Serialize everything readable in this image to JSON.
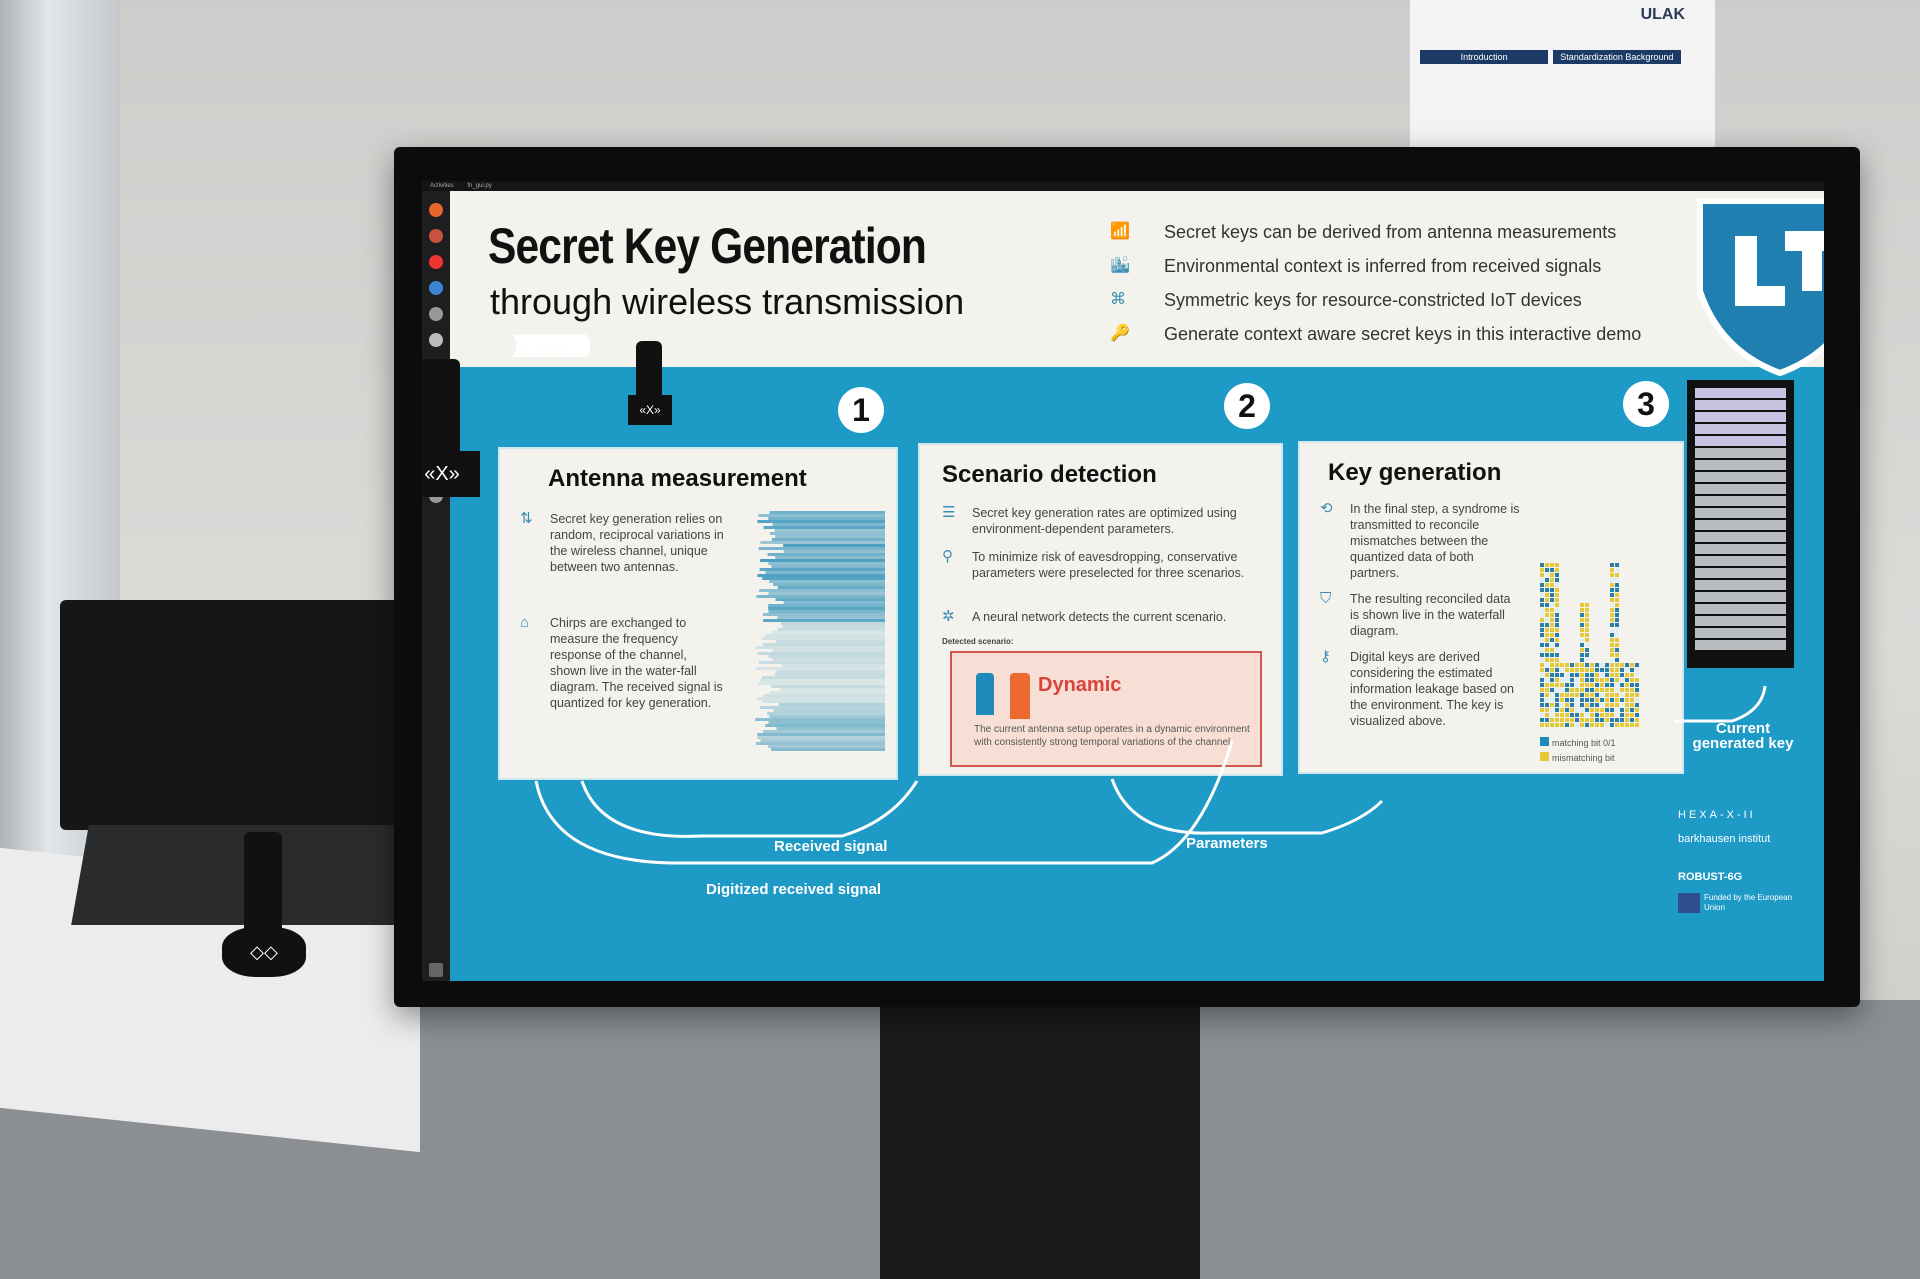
{
  "header": {
    "title": "Secret Key Generation",
    "subtitle": "through wireless transmission",
    "bullets": [
      {
        "icon": "antenna-icon",
        "text": "Secret keys can be derived from antenna measurements"
      },
      {
        "icon": "environment-icon",
        "text": "Environmental context is inferred from received signals"
      },
      {
        "icon": "iot-devices-icon",
        "text": "Symmetric keys for resource-constricted IoT devices"
      },
      {
        "icon": "key-handshake-icon",
        "text": "Generate context aware secret keys in this interactive demo"
      }
    ]
  },
  "topbar": {
    "activities": "Activities",
    "app": "fn_gui.py"
  },
  "steps": {
    "s1": {
      "number": "1",
      "title": "Antenna measurement",
      "items": [
        "Secret key generation relies on random, reciprocal variations in the wireless channel, unique between two antennas.",
        "Chirps are exchanged to measure the frequency response of the channel, shown live in the water-fall diagram. The received signal is quantized for key generation."
      ]
    },
    "s2": {
      "number": "2",
      "title": "Scenario detection",
      "items": [
        "Secret key generation rates are optimized using environment-dependent parameters.",
        "To minimize risk of eavesdropping, conservative parameters were preselected for three scenarios.",
        "A neural network detects the current scenario."
      ],
      "detected_label": "Detected scenario:",
      "scenario": "Dynamic",
      "scenario_desc": "The current antenna setup operates in a dynamic environment with consistently strong temporal variations of the channel."
    },
    "s3": {
      "number": "3",
      "title": "Key generation",
      "items": [
        "In the final step, a syndrome is transmitted to reconcile mismatches between the quantized data of both partners.",
        "The resulting reconciled data is shown live in the waterfall diagram.",
        "Digital keys are derived considering the estimated information leakage based on the environment. The key is visualized above."
      ],
      "legend_match": "matching bit 0/1",
      "legend_mismatch": "mismatching bit"
    }
  },
  "flows": {
    "received": "Received signal",
    "parameters": "Parameters",
    "digitized": "Digitized received signal",
    "current_key": "Current generated key"
  },
  "logos": {
    "hexa": "HEXA-X-II",
    "barkhausen": "barkhausen institut",
    "robust": "ROBUST-6G",
    "eu": "Funded by the European Union"
  },
  "poster": {
    "logo": "ULAK",
    "sec1": "Introduction",
    "sec2": "Standardization Background"
  },
  "colors": {
    "blue": "#1e9ac6",
    "panel": "#f4f2ec",
    "alert": "#d9433a",
    "mismatch": "#e4c93a"
  }
}
